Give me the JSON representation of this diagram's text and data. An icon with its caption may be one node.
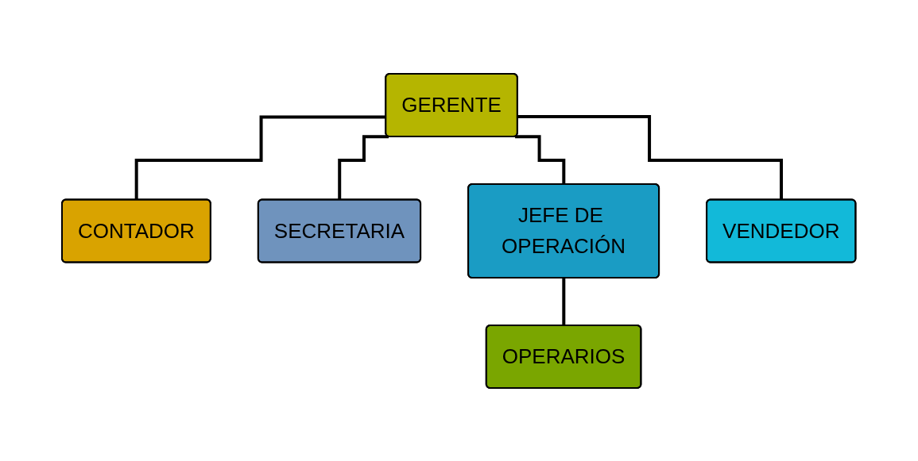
{
  "diagram": {
    "nodes": [
      {
        "text": [
          "GERENTE"
        ]
      },
      {
        "text": [
          "CONTADOR"
        ]
      },
      {
        "text": [
          "SECRETARIA"
        ]
      },
      {
        "text": [
          "JEFE DE OPERACIÓN"
        ]
      },
      {
        "text": [
          "VENDEDOR"
        ]
      },
      {
        "text": [
          "OPERARIOS"
        ]
      }
    ],
    "edges": [
      {
        "from": 0,
        "to": 1,
        "arrow": "none"
      },
      {
        "from": 0,
        "to": 2,
        "arrow": "none"
      },
      {
        "from": 0,
        "to": 3,
        "arrow": "none"
      },
      {
        "from": 0,
        "to": 4,
        "arrow": "none"
      },
      {
        "from": 3,
        "to": 5,
        "arrow": "none"
      }
    ]
  }
}
